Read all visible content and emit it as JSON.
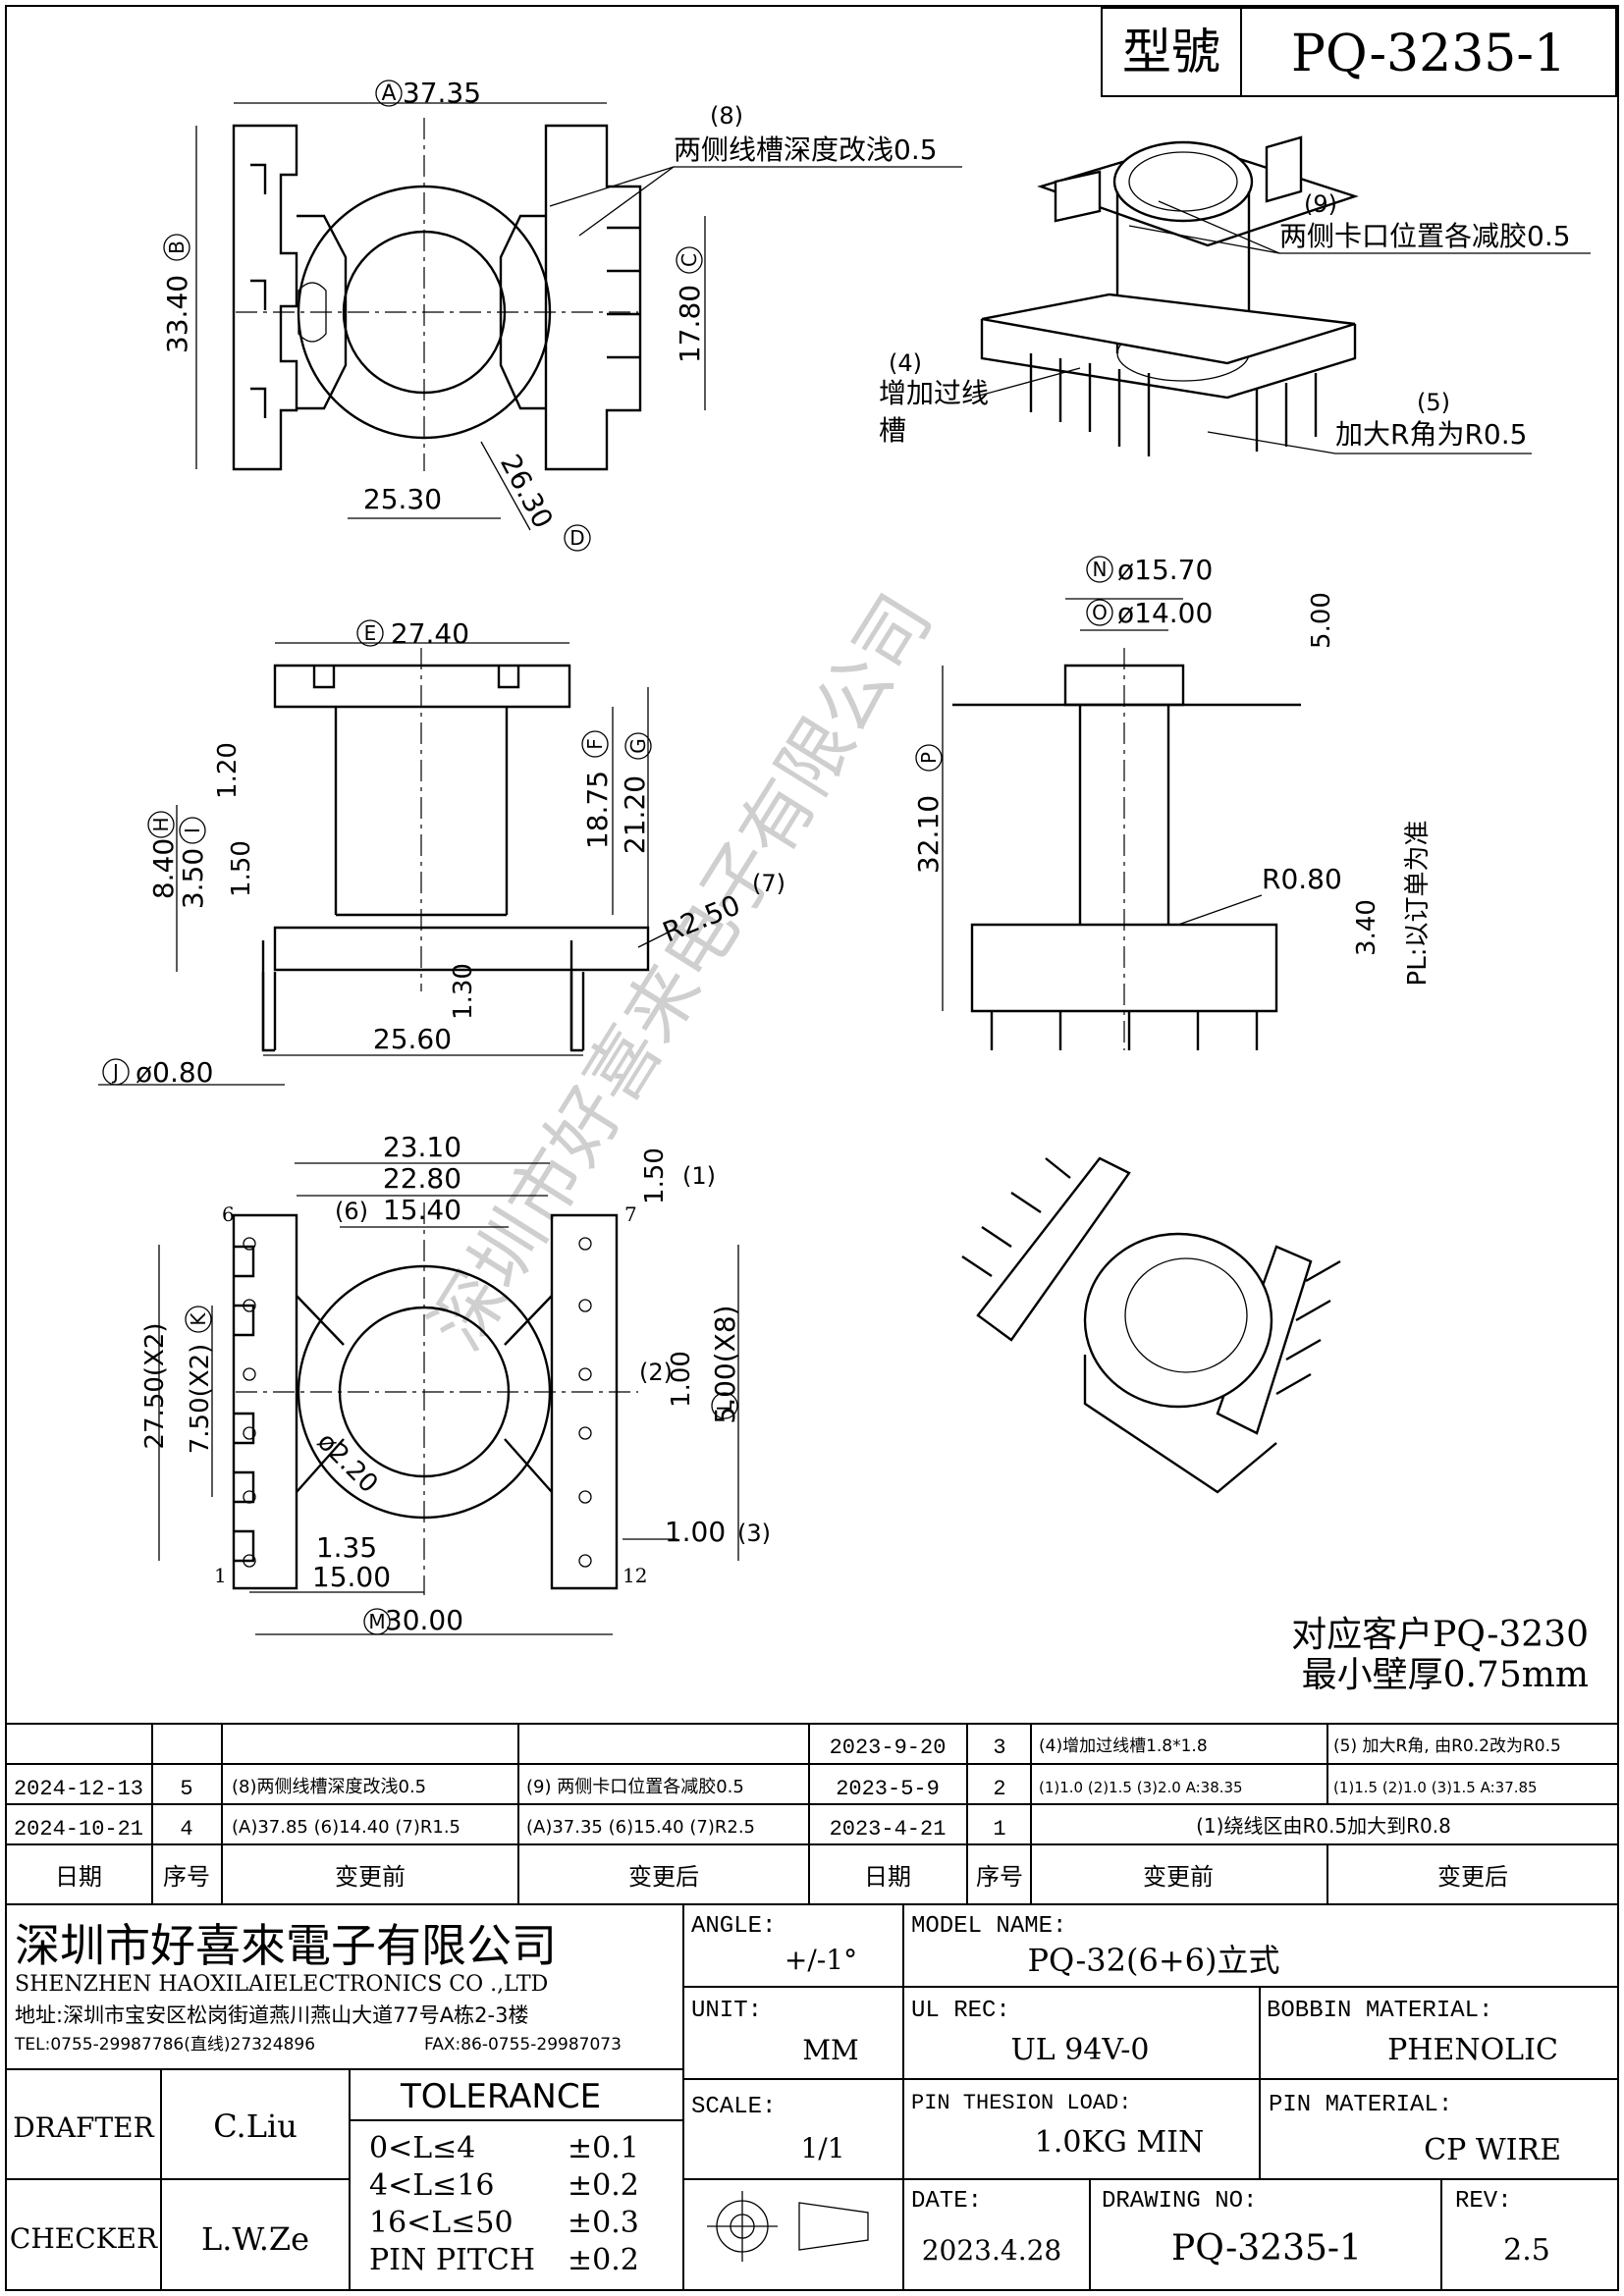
{
  "title_block": {
    "label": "型號",
    "part_no": "PQ-3235-1"
  },
  "dims_top": {
    "A": "37.35",
    "B": "33.40",
    "C": "17.80",
    "D": "26.30",
    "width_bottom": "25.30",
    "A_circ": "A",
    "B_circ": "B",
    "C_circ": "C",
    "D_circ": "D",
    "ann8_num": "(8)",
    "ann8_text": "两侧线槽深度改浅0.5",
    "ann9_num": "(9)",
    "ann9_text": "两侧卡口位置各减胶0.5",
    "ann4_num": "(4)",
    "ann4_line1": "增加过线",
    "ann4_line2": "槽",
    "ann5_num": "(5)",
    "ann5_text": "加大R角为R0.5"
  },
  "dims_front": {
    "E": "27.40",
    "E_circ": "E",
    "F": "18.75",
    "F_circ": "F",
    "G": "21.20",
    "G_circ": "G",
    "H": "8.40",
    "H_circ": "H",
    "I": "3.50",
    "I_circ": "I",
    "d120": "1.20",
    "d150": "1.50",
    "d130": "1.30",
    "d2560": "25.60",
    "R": "R2.50",
    "R_num": "(7)",
    "J": "ø0.80",
    "J_circ": "J"
  },
  "dims_side": {
    "N": "ø15.70",
    "N_circ": "N",
    "O": "ø14.00",
    "O_circ": "O",
    "d500": "5.00",
    "P": "32.10",
    "P_circ": "P",
    "R080": "R0.80",
    "d340": "3.40",
    "pl": "PL:以订单为准"
  },
  "dims_bottom": {
    "d2310": "23.10",
    "d2280": "22.80",
    "n6": "(6)",
    "d1540": "15.40",
    "d150": "1.50",
    "n1": "(1)",
    "K": "27.50(X2)",
    "K2": "7.50(X2)",
    "K_circ": "K",
    "L": "5.00(X8)",
    "L_circ": "L",
    "n2": "(2)",
    "d100": "1.00",
    "d100b": "1.00",
    "n3": "(3)",
    "phi220": "ø2.20",
    "d135": "1.35",
    "d1500": "15.00",
    "M": "30.00",
    "M_circ": "M",
    "pin6": "6",
    "pin7": "7",
    "pin1": "1",
    "pin12": "12"
  },
  "notes": {
    "line1": "对应客户PQ-3230",
    "line2": "最小壁厚0.75mm"
  },
  "watermark": "深圳市好喜来电子有限公司",
  "revisions_right": [
    {
      "date": "2023-9-20",
      "no": "3",
      "before": "(4)增加过线槽1.8*1.8",
      "after": "(5) 加大R角, 由R0.2改为R0.5"
    },
    {
      "date": "2023-5-9",
      "no": "2",
      "before": "(1)1.0 (2)1.5 (3)2.0 A:38.35",
      "after": "(1)1.5 (2)1.0 (3)1.5 A:37.85"
    },
    {
      "date": "2023-4-21",
      "no": "1",
      "merged": "(1)绕线区由R0.5加大到R0.8"
    }
  ],
  "revisions_left": [
    {
      "date": "",
      "no": "",
      "before": "",
      "after": ""
    },
    {
      "date": "2024-12-13",
      "no": "5",
      "before": "(8)两侧线槽深度改浅0.5",
      "after": "(9) 两侧卡口位置各减胶0.5"
    },
    {
      "date": "2024-10-21",
      "no": "4",
      "before": "(A)37.85 (6)14.40 (7)R1.5",
      "after": "(A)37.35 (6)15.40 (7)R2.5"
    }
  ],
  "rev_headers": {
    "date": "日期",
    "no": "序号",
    "before": "变更前",
    "after": "变更后"
  },
  "company": {
    "name_cn": "深圳市好喜來電子有限公司",
    "name_en": "SHENZHEN HAOXILAIELECTRONICS CO .,LTD",
    "address": "地址:深圳市宝安区松岗街道燕川燕山大道77号A栋2-3楼",
    "tel": "TEL:0755-29987786(直线)27324896",
    "fax": "FAX:86-0755-29987073"
  },
  "signoff": {
    "drafter_label": "DRAFTER",
    "drafter": "C.Liu",
    "checker_label": "CHECKER",
    "checker": "L.W.Ze"
  },
  "tolerance": {
    "title": "TOLERANCE",
    "rows": [
      {
        "range": "0<L≤4",
        "value": "±0.1"
      },
      {
        "range": "4<L≤16",
        "value": "±0.2"
      },
      {
        "range": "16<L≤50",
        "value": "±0.3"
      },
      {
        "range": "PIN PITCH",
        "value": "±0.2"
      }
    ]
  },
  "spec": {
    "angle_label": "ANGLE:",
    "angle": "+/-1°",
    "unit_label": "UNIT:",
    "unit": "MM",
    "scale_label": "SCALE:",
    "scale": "1/1",
    "model_label": "MODEL NAME:",
    "model": "PQ-32(6+6)立式",
    "ul_label": "UL REC:",
    "ul": "UL 94V-0",
    "bobbin_label": "BOBBIN MATERIAL:",
    "bobbin": "PHENOLIC",
    "pin_load_label": "PIN THESION LOAD:",
    "pin_load": "1.0KG MIN",
    "pin_mat_label": "PIN MATERIAL:",
    "pin_mat": "CP  WIRE",
    "date_label": "DATE:",
    "date": "2023.4.28",
    "drawing_label": "DRAWING NO:",
    "drawing": "PQ-3235-1",
    "rev_label": "REV:",
    "rev": "2.5"
  }
}
